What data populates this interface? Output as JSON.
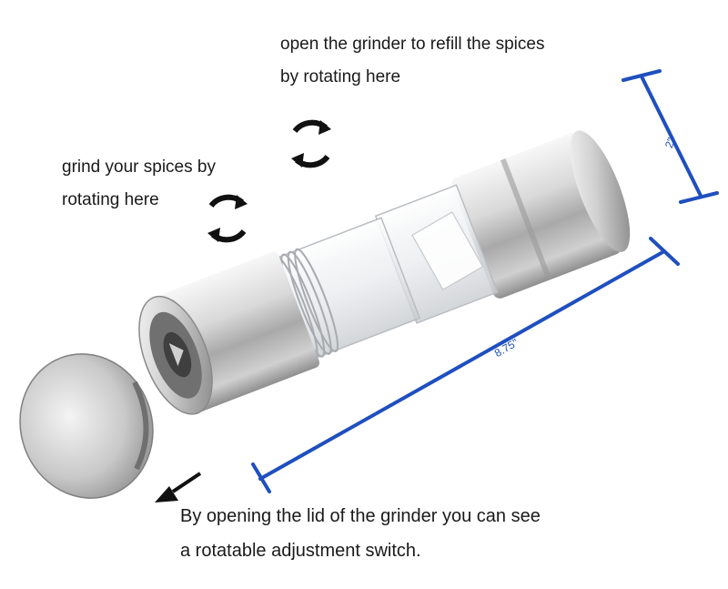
{
  "captions": {
    "refill_line1": "open the grinder to refill the spices",
    "refill_line2": "by rotating here",
    "grind_line1": "grind your spices by",
    "grind_line2": "rotating here",
    "lid_line1": "By opening the lid of the grinder you can see",
    "lid_line2": "a rotatable adjustment switch."
  },
  "dimensions": {
    "diameter": "2\"",
    "length": "8.75\""
  },
  "colors": {
    "dimension_line": "#1f4fbf",
    "text": "#1a1a1a",
    "steel_light": "#e8e8e8",
    "steel_dark": "#8a8a8a"
  },
  "icons": {
    "refill_rotate": "rotate-arrows-icon",
    "grind_rotate": "rotate-arrows-icon",
    "lid_direction": "arrow-down-left-icon"
  }
}
